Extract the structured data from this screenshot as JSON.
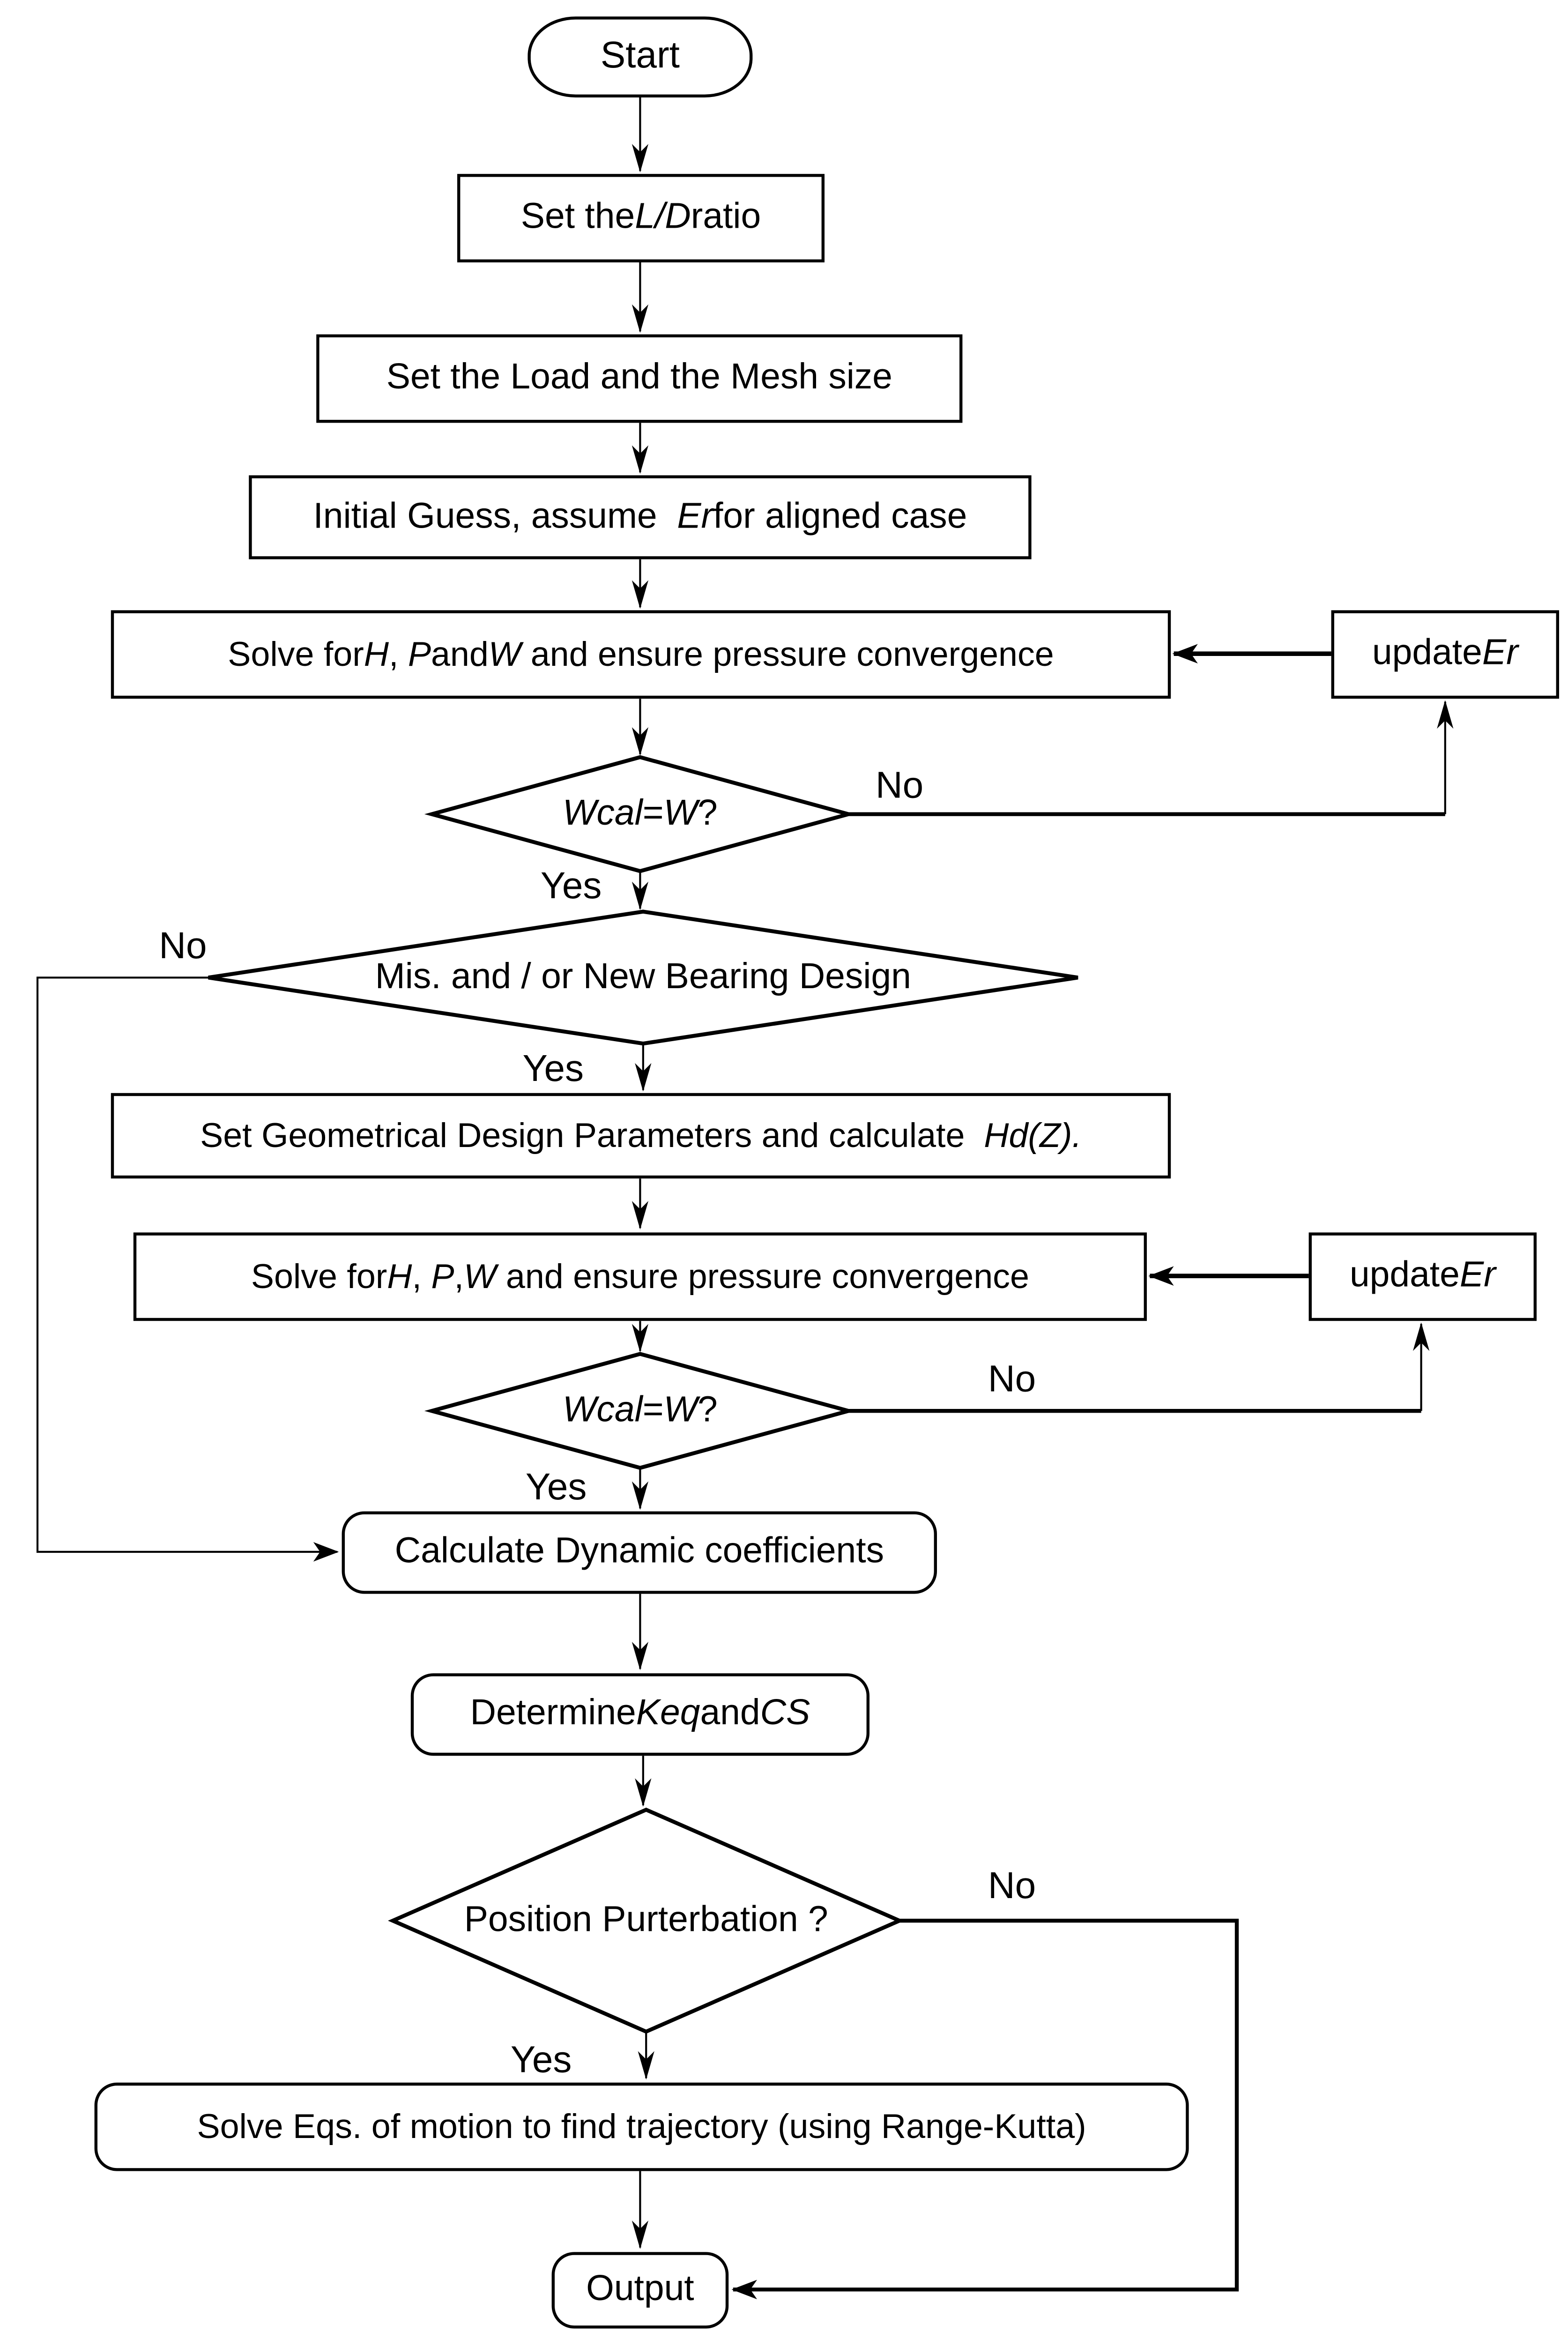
{
  "colors": {
    "line": "#000000",
    "background": "#ffffff"
  },
  "labels": {
    "yes": "Yes",
    "no": "No"
  },
  "nodes": {
    "start": {
      "text": "Start"
    },
    "set_ld": {
      "parts": [
        {
          "t": "Set the "
        },
        {
          "t": "L/D",
          "italic": true
        },
        {
          "t": " ratio"
        }
      ]
    },
    "set_load": {
      "text": "Set the Load and the Mesh size"
    },
    "guess": {
      "parts": [
        {
          "t": "Initial Guess, assume  "
        },
        {
          "t": "Er",
          "italic": true
        },
        {
          "t": " for aligned case"
        }
      ]
    },
    "solve1": {
      "parts": [
        {
          "t": "Solve for "
        },
        {
          "t": "H",
          "italic": true
        },
        {
          "t": ",  "
        },
        {
          "t": "P",
          "italic": true
        },
        {
          "t": " and "
        },
        {
          "t": "W",
          "italic": true
        },
        {
          "t": "  and ensure pressure convergence"
        }
      ]
    },
    "update1": {
      "parts": [
        {
          "t": "update "
        },
        {
          "t": "Er",
          "italic": true
        }
      ]
    },
    "wcal1": {
      "parts": [
        {
          "t": "Wcal",
          "italic": true
        },
        {
          "t": " = "
        },
        {
          "t": "W",
          "italic": true
        },
        {
          "t": " ?"
        }
      ]
    },
    "mis": {
      "text": "Mis. and / or New Bearing Design"
    },
    "geom": {
      "parts": [
        {
          "t": "Set Geometrical Design Parameters and calculate  "
        },
        {
          "t": "Hd(Z).",
          "italic": true
        }
      ]
    },
    "solve2": {
      "parts": [
        {
          "t": "Solve for "
        },
        {
          "t": "H",
          "italic": true
        },
        {
          "t": ",  "
        },
        {
          "t": "P",
          "italic": true
        },
        {
          "t": ", "
        },
        {
          "t": "W",
          "italic": true
        },
        {
          "t": "  and ensure pressure convergence"
        }
      ]
    },
    "update2": {
      "parts": [
        {
          "t": "update "
        },
        {
          "t": "Er",
          "italic": true
        }
      ]
    },
    "wcal2": {
      "parts": [
        {
          "t": "Wcal",
          "italic": true
        },
        {
          "t": " = "
        },
        {
          "t": "W",
          "italic": true
        },
        {
          "t": " ?"
        }
      ]
    },
    "dyn": {
      "text": "Calculate Dynamic coefficients"
    },
    "keq": {
      "parts": [
        {
          "t": "Determine "
        },
        {
          "t": "Keq",
          "italic": true
        },
        {
          "t": " and "
        },
        {
          "t": "CS",
          "italic": true
        }
      ]
    },
    "perturb": {
      "text": "Position Purterbation ?"
    },
    "traj": {
      "text": "Solve Eqs. of motion to find trajectory (using Range-Kutta)"
    },
    "output": {
      "text": "Output"
    }
  }
}
